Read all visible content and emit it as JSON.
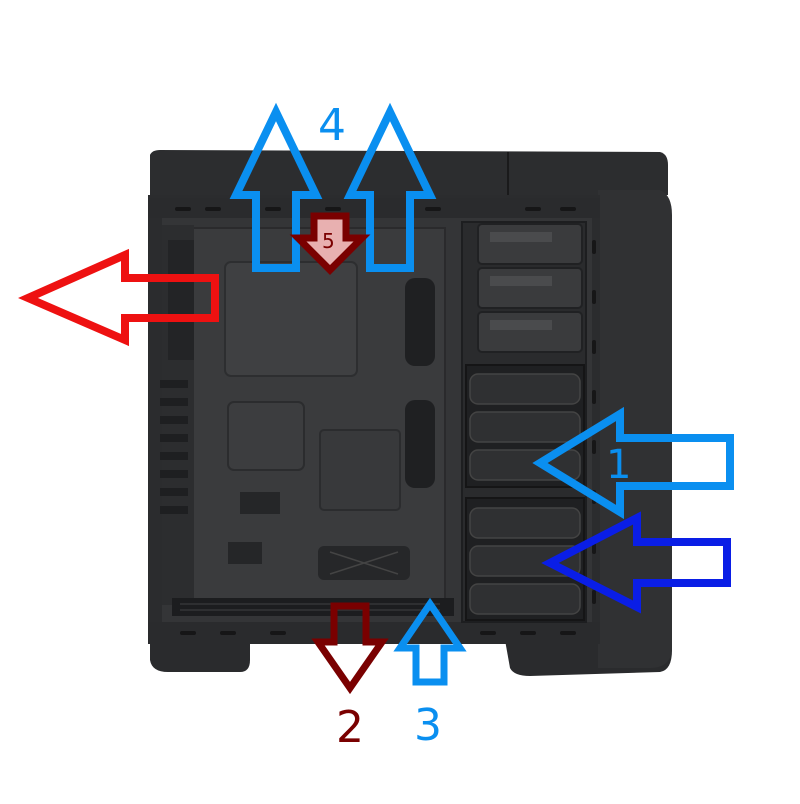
{
  "title": "",
  "labels": {
    "front_intake_upper": "1",
    "bottom_exhaust": "2",
    "bottom_intake": "3",
    "top_exhaust": "4",
    "top_inner": "5"
  },
  "colors": {
    "intake_light": "#0a8ff0",
    "intake_dark": "#0a1ee6",
    "exhaust_red": "#ee1111",
    "exhaust_dark": "#7a0000",
    "case_body": "#2b2c2e",
    "case_inner": "#323335",
    "case_panel": "#1d1e20"
  },
  "icons": {
    "case": "pc-case-icon",
    "arrow": "airflow-arrow-icon"
  }
}
